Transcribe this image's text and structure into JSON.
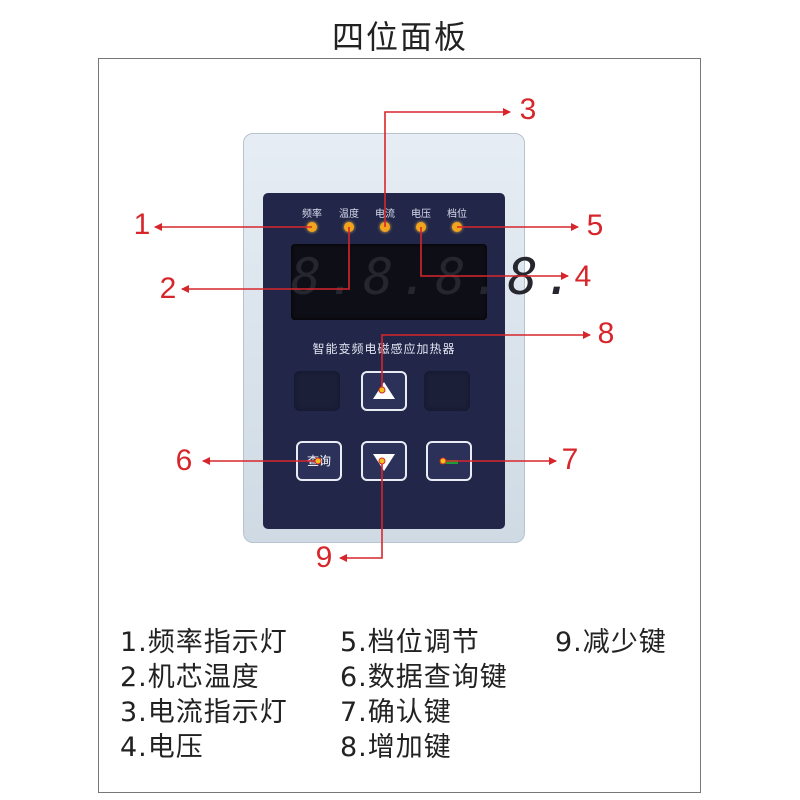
{
  "title": "四位面板",
  "panel": {
    "indicators": [
      "频率",
      "温度",
      "电流",
      "电压",
      "档位"
    ],
    "display_digits": "8.8.8.8.",
    "product_name": "智能变频电磁感应加热器",
    "query_key_label": "查询"
  },
  "callouts": [
    "1",
    "2",
    "3",
    "4",
    "5",
    "6",
    "7",
    "8",
    "9"
  ],
  "legend": {
    "col1": [
      "1.频率指示灯",
      "2.机芯温度",
      "3.电流指示灯",
      "4.电压"
    ],
    "col2": [
      "5.档位调节",
      "6.数据查询键",
      "7.确认键",
      "8.增加键"
    ],
    "col3": [
      "9.减少键"
    ]
  },
  "colors": {
    "accent": "#d7262b",
    "panel": "#22274a",
    "led": "#f2a41c"
  }
}
